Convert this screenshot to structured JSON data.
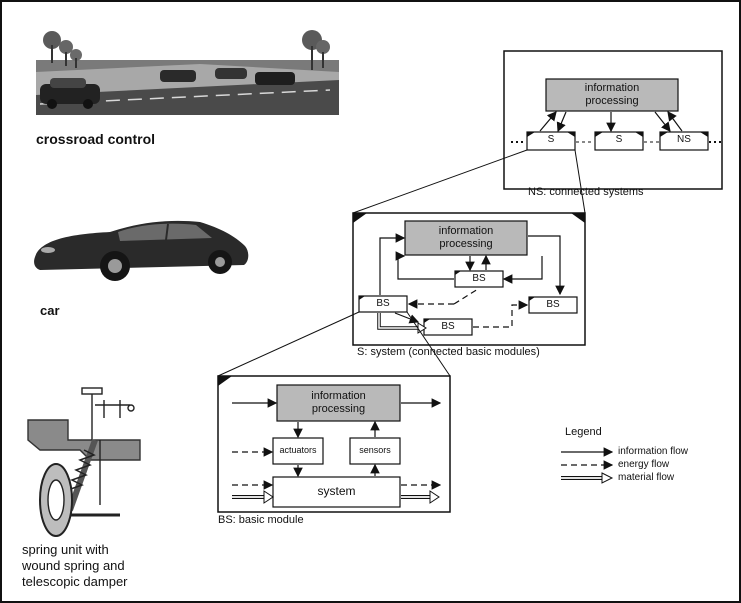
{
  "images": {
    "crossroad": {
      "caption": "crossroad control"
    },
    "car": {
      "caption": "car"
    },
    "spring": {
      "caption_lines": [
        "spring unit with",
        "wound spring and",
        "telescopic damper"
      ]
    }
  },
  "ns_box": {
    "processing_lines": [
      "information",
      "processing"
    ],
    "modules": [
      "S",
      "S",
      "NS"
    ],
    "caption": "NS: connected systems"
  },
  "s_box": {
    "processing_lines": [
      "information",
      "processing"
    ],
    "modules": [
      "BS",
      "BS",
      "BS",
      "BS"
    ],
    "caption": "S: system (connected basic modules)"
  },
  "bs_box": {
    "processing_lines": [
      "information",
      "processing"
    ],
    "actuators": "actuators",
    "sensors": "sensors",
    "system": "system",
    "caption": "BS: basic module"
  },
  "legend": {
    "title": "Legend",
    "items": [
      "information flow",
      "energy flow",
      "material flow"
    ]
  },
  "colors": {
    "processing_fill": "#b9b9b9",
    "line": "#111111"
  }
}
